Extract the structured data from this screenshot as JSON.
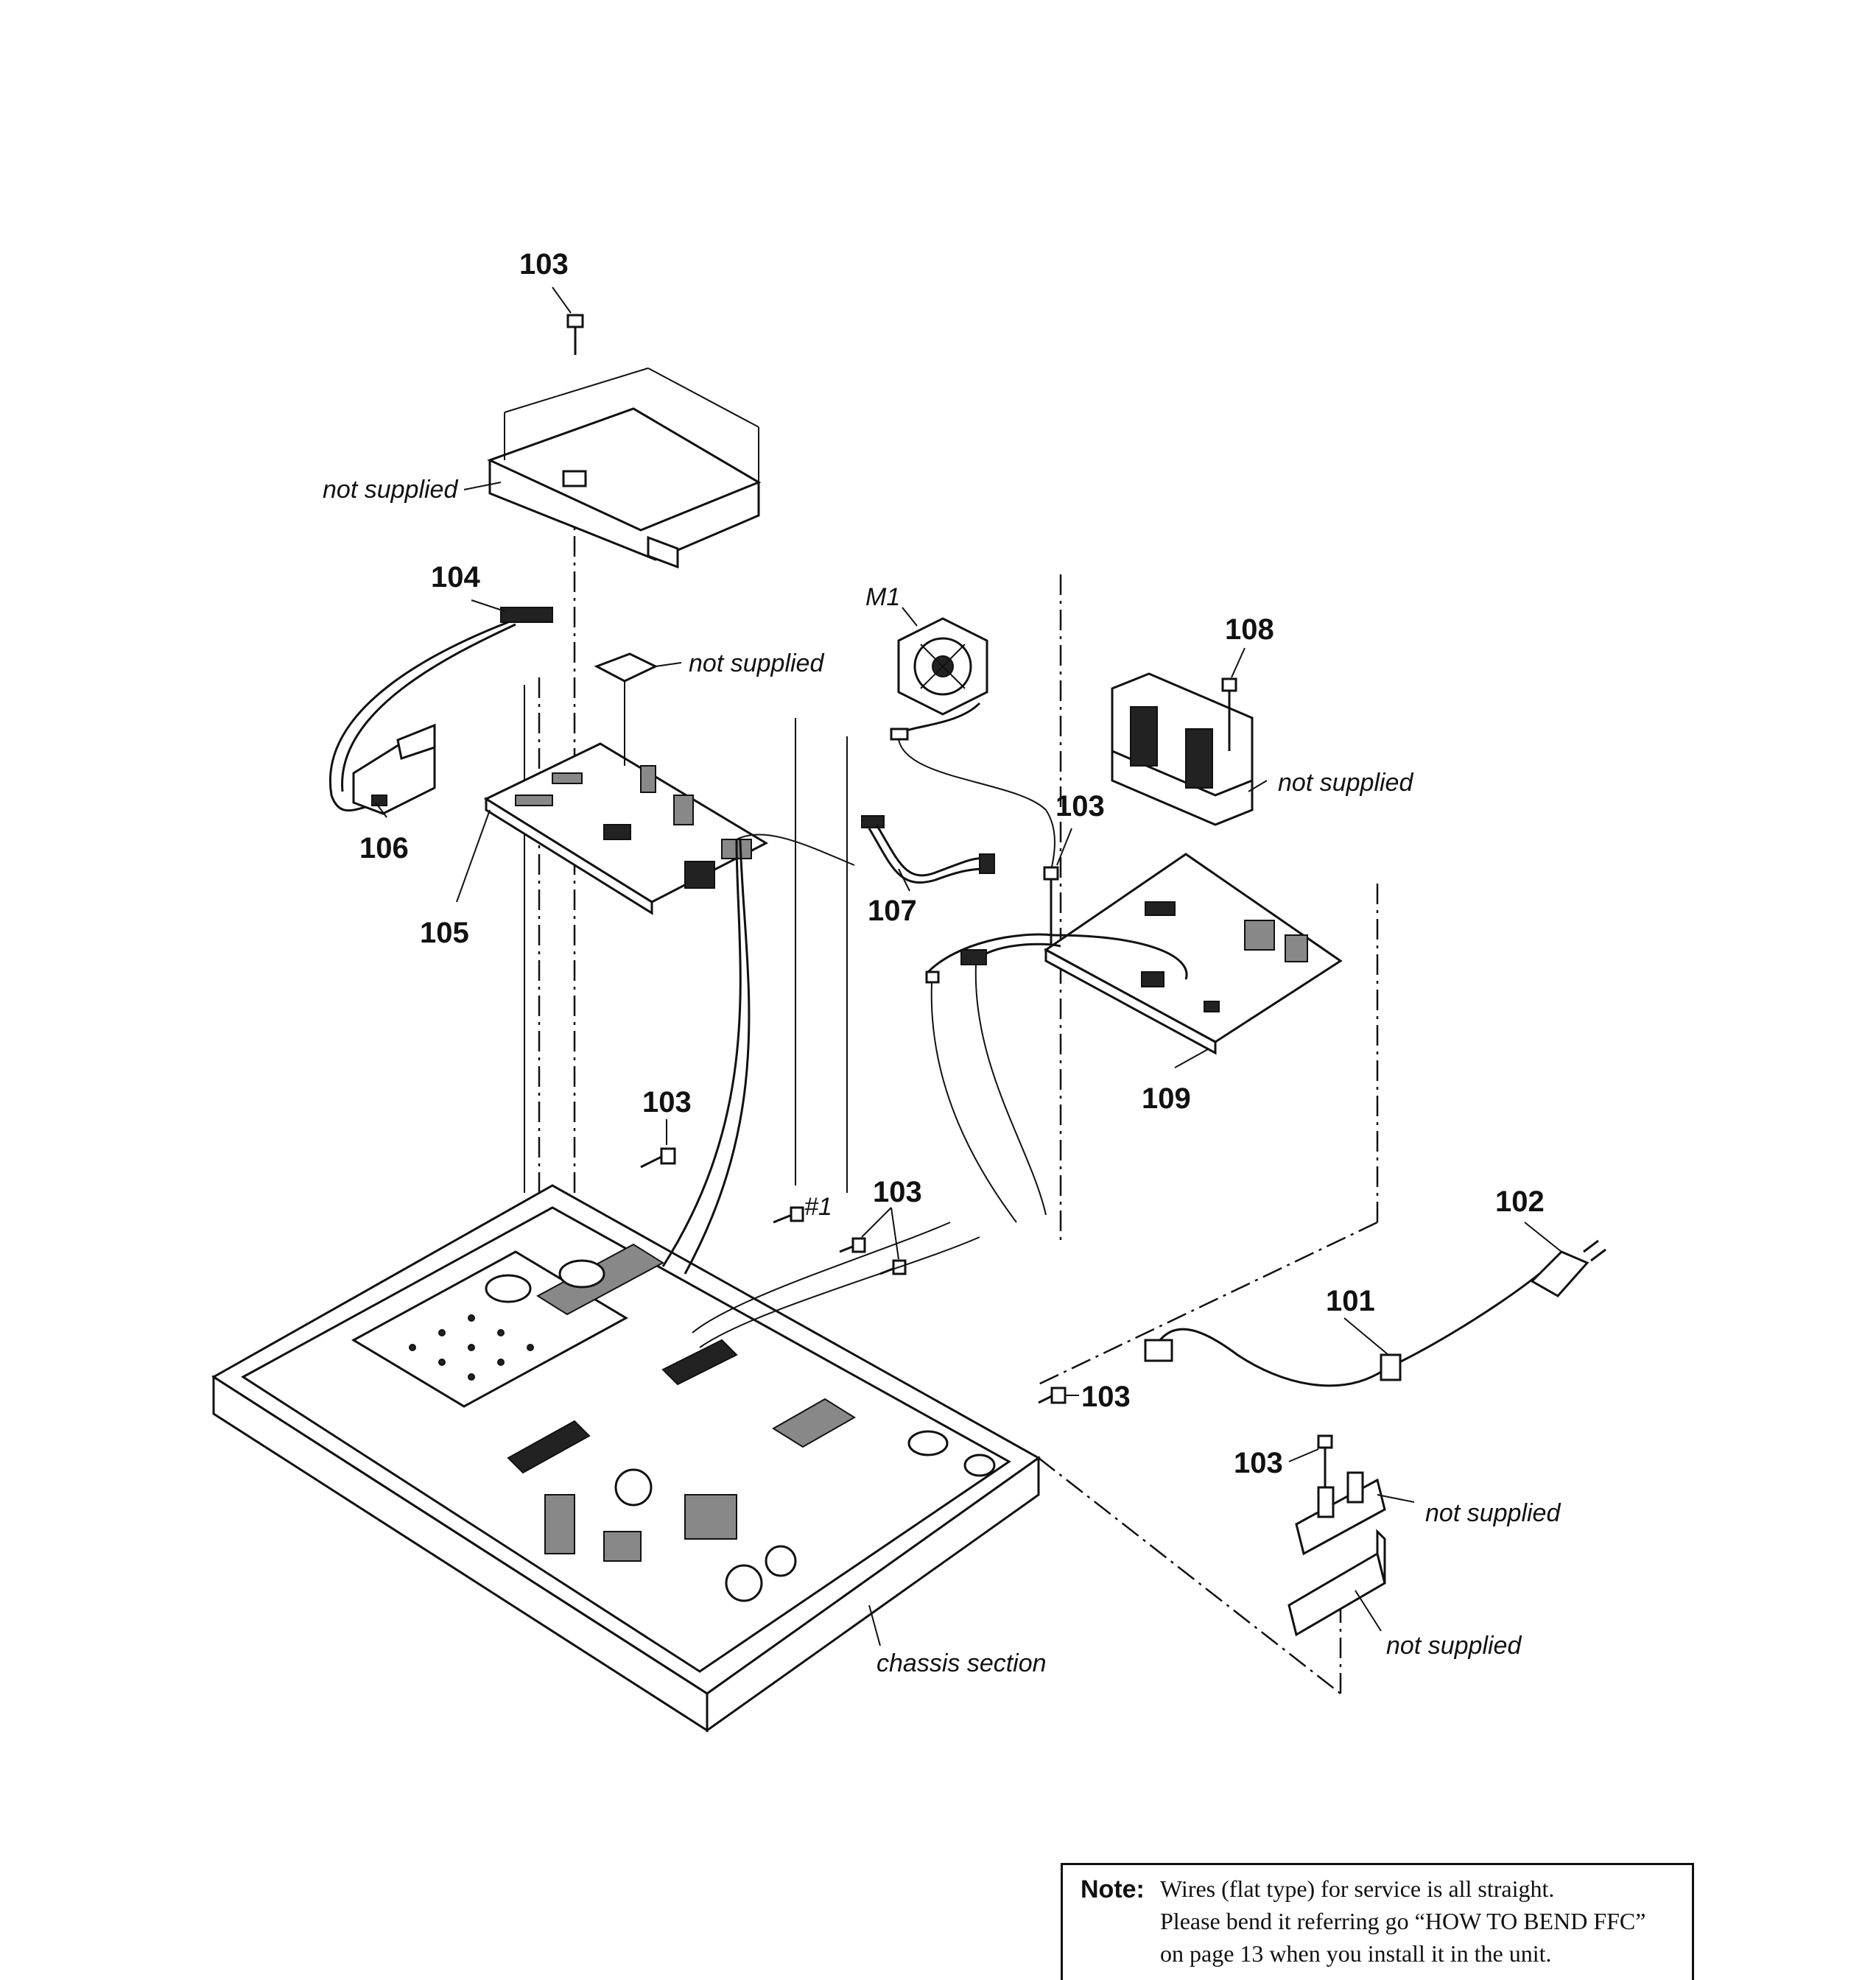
{
  "labels": {
    "p103_top": "103",
    "p104": "104",
    "p106": "106",
    "p105": "105",
    "m1": "M1",
    "p108": "108",
    "p103_right": "103",
    "p107": "107",
    "p109": "109",
    "p103_mid": "103",
    "p1": "#1",
    "p103_center": "103",
    "p102": "102",
    "p101": "101",
    "p103_lower": "103",
    "p103_bottom": "103"
  },
  "callouts": {
    "ns_bracket": "not supplied",
    "ns_pad": "not supplied",
    "ns_heatsink": "not supplied",
    "ns_clip": "not supplied",
    "ns_plate": "not supplied",
    "chassis": "chassis section"
  },
  "note": {
    "label": "Note:",
    "line1": "Wires (flat type) for service is all straight.",
    "line2": "Please bend it referring go “HOW TO BEND FFC”",
    "line3": "on page 13 when you install it in the unit."
  }
}
